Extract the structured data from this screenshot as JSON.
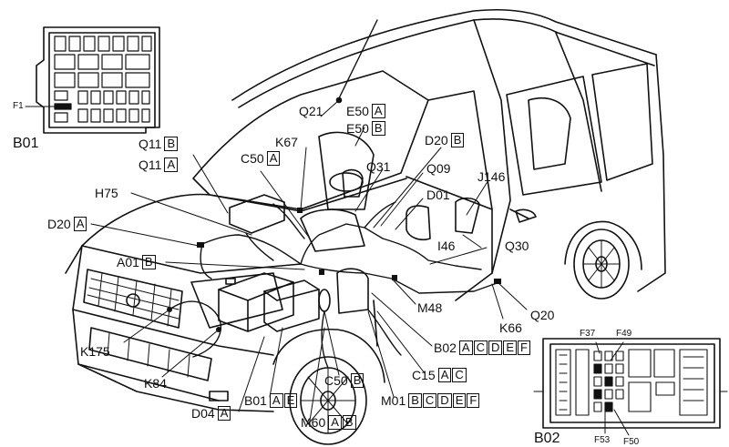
{
  "diagram": {
    "inset_fuse_box_label": "B01",
    "inset_fuse_label": "F1",
    "inset_body_computer_label": "B02",
    "body_computer_fuses": [
      "F37",
      "F49",
      "F53",
      "F50"
    ],
    "components": [
      {
        "code": "Q21",
        "suffixes": []
      },
      {
        "code": "E50",
        "suffixes": [
          "A"
        ]
      },
      {
        "code": "E50",
        "suffixes": [
          "B"
        ]
      },
      {
        "code": "K67",
        "suffixes": []
      },
      {
        "code": "Q11",
        "suffixes": [
          "B"
        ]
      },
      {
        "code": "Q11",
        "suffixes": [
          "A"
        ]
      },
      {
        "code": "C50",
        "suffixes": [
          "A"
        ]
      },
      {
        "code": "D20",
        "suffixes": [
          "B"
        ]
      },
      {
        "code": "Q31",
        "suffixes": []
      },
      {
        "code": "Q09",
        "suffixes": []
      },
      {
        "code": "J146",
        "suffixes": []
      },
      {
        "code": "D01",
        "suffixes": []
      },
      {
        "code": "H75",
        "suffixes": []
      },
      {
        "code": "D20",
        "suffixes": [
          "A"
        ]
      },
      {
        "code": "I46",
        "suffixes": []
      },
      {
        "code": "Q30",
        "suffixes": []
      },
      {
        "code": "A01",
        "suffixes": [
          "B"
        ]
      },
      {
        "code": "M48",
        "suffixes": []
      },
      {
        "code": "Q20",
        "suffixes": []
      },
      {
        "code": "K66",
        "suffixes": []
      },
      {
        "code": "K175",
        "suffixes": []
      },
      {
        "code": "B02",
        "suffixes": [
          "A",
          "C",
          "D",
          "E",
          "F"
        ]
      },
      {
        "code": "K84",
        "suffixes": []
      },
      {
        "code": "C50",
        "suffixes": [
          "B"
        ]
      },
      {
        "code": "C15",
        "suffixes": [
          "A",
          "C"
        ]
      },
      {
        "code": "B01",
        "suffixes": [
          "A",
          "E"
        ]
      },
      {
        "code": "M01",
        "suffixes": [
          "B",
          "C",
          "D",
          "E",
          "F"
        ]
      },
      {
        "code": "D04",
        "suffixes": [
          "A"
        ]
      },
      {
        "code": "M60",
        "suffixes": [
          "A",
          "B"
        ]
      }
    ]
  }
}
